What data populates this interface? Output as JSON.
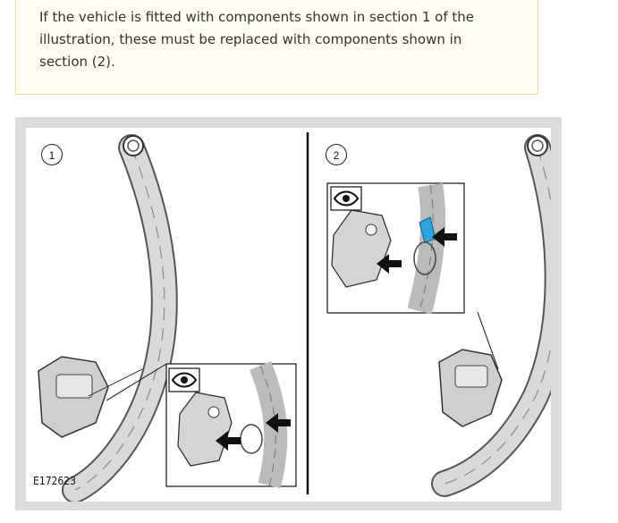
{
  "note": {
    "text": "If the vehicle is fitted with components shown in section 1 of the illustration, these must be replaced with components shown in section (2)."
  },
  "figure": {
    "callouts": [
      "1",
      "2"
    ],
    "reference": "E172623",
    "icons": [
      "eye-icon",
      "eye-icon"
    ]
  }
}
